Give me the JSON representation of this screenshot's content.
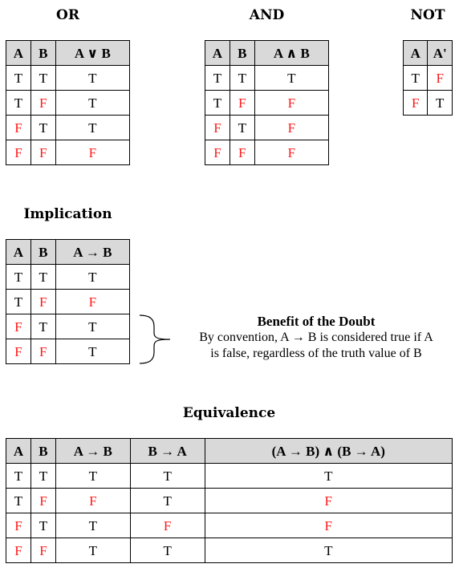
{
  "tables": {
    "or": {
      "title": "OR",
      "headers": [
        "A",
        "B",
        "A ∨ B"
      ],
      "rows": [
        [
          "T",
          "T",
          "T"
        ],
        [
          "T",
          "F",
          "T"
        ],
        [
          "F",
          "T",
          "T"
        ],
        [
          "F",
          "F",
          "F"
        ]
      ]
    },
    "and": {
      "title": "AND",
      "headers": [
        "A",
        "B",
        "A ∧ B"
      ],
      "rows": [
        [
          "T",
          "T",
          "T"
        ],
        [
          "T",
          "F",
          "F"
        ],
        [
          "F",
          "T",
          "F"
        ],
        [
          "F",
          "F",
          "F"
        ]
      ]
    },
    "not": {
      "title": "NOT",
      "headers": [
        "A",
        "A'"
      ],
      "rows": [
        [
          "T",
          "F"
        ],
        [
          "F",
          "T"
        ]
      ]
    },
    "implication": {
      "title": "Implication",
      "headers": [
        "A",
        "B",
        "A → B"
      ],
      "rows": [
        [
          "T",
          "T",
          "T"
        ],
        [
          "T",
          "F",
          "F"
        ],
        [
          "F",
          "T",
          "T"
        ],
        [
          "F",
          "F",
          "T"
        ]
      ]
    },
    "equivalence": {
      "title": "Equivalence",
      "headers": [
        "A",
        "B",
        "A → B",
        "B → A",
        "(A → B) ∧ (B → A)"
      ],
      "rows": [
        [
          "T",
          "T",
          "T",
          "T",
          "T"
        ],
        [
          "T",
          "F",
          "F",
          "T",
          "F"
        ],
        [
          "F",
          "T",
          "T",
          "F",
          "F"
        ],
        [
          "F",
          "F",
          "T",
          "T",
          "T"
        ]
      ]
    }
  },
  "note": {
    "title": "Benefit of the Doubt",
    "line1": "By convention, A → B is considered true if A",
    "line2": "is false, regardless of the truth value of B"
  },
  "colors": {
    "true": "#000000",
    "false": "#ff1a1a",
    "header_bg": "#d9d9d9"
  }
}
